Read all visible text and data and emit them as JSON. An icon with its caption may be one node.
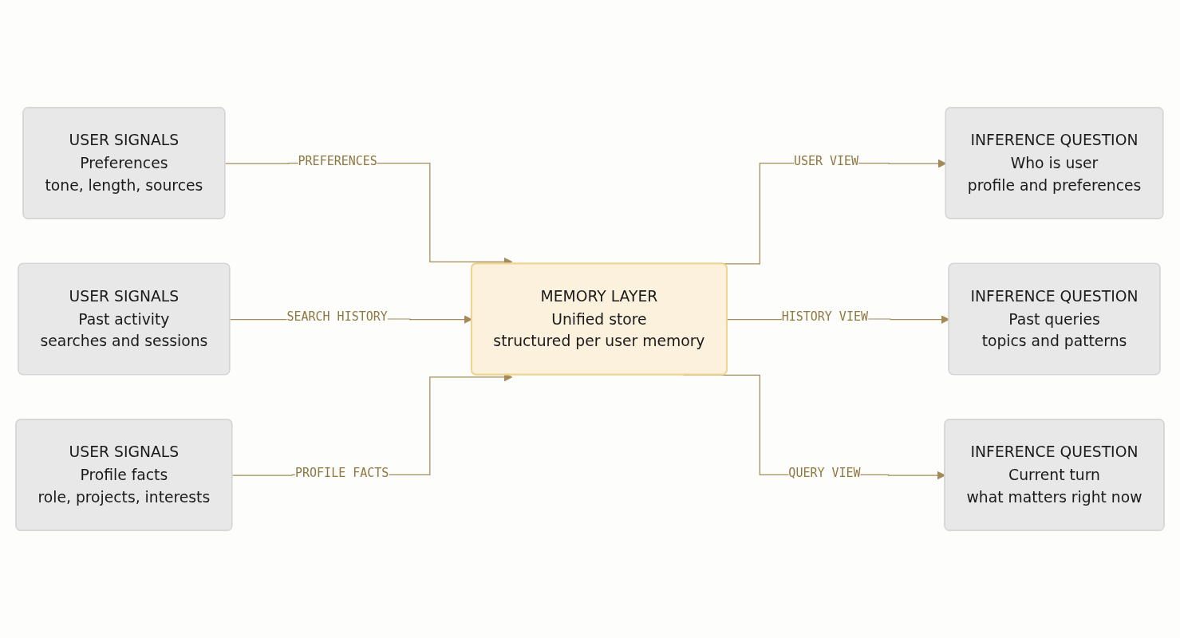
{
  "diagram": {
    "nodes": [
      {
        "text": [
          "USER SIGNALS",
          "Preferences",
          "tone, length, sources"
        ]
      },
      {
        "text": [
          "USER SIGNALS",
          "Past activity",
          "searches and sessions"
        ]
      },
      {
        "text": [
          "USER SIGNALS",
          "Profile facts",
          "role, projects, interests"
        ]
      },
      {
        "text": [
          "MEMORY LAYER",
          "Unified store",
          "structured per user memory"
        ]
      },
      {
        "text": [
          "INFERENCE QUESTION",
          "Who is user",
          "profile and preferences"
        ]
      },
      {
        "text": [
          "INFERENCE QUESTION",
          "Past queries",
          "topics and patterns"
        ]
      },
      {
        "text": [
          "INFERENCE QUESTION",
          "Current turn",
          "what matters right now"
        ]
      }
    ],
    "edges": [
      {
        "from": 0,
        "to": 3,
        "arrow": "to",
        "label": "PREFERENCES"
      },
      {
        "from": 1,
        "to": 3,
        "arrow": "to",
        "label": "SEARCH HISTORY"
      },
      {
        "from": 2,
        "to": 3,
        "arrow": "to",
        "label": "PROFILE FACTS"
      },
      {
        "from": 3,
        "to": 4,
        "arrow": "to",
        "label": "USER VIEW"
      },
      {
        "from": 3,
        "to": 5,
        "arrow": "to",
        "label": "HISTORY VIEW"
      },
      {
        "from": 3,
        "to": 6,
        "arrow": "to",
        "label": "QUERY VIEW"
      }
    ]
  }
}
